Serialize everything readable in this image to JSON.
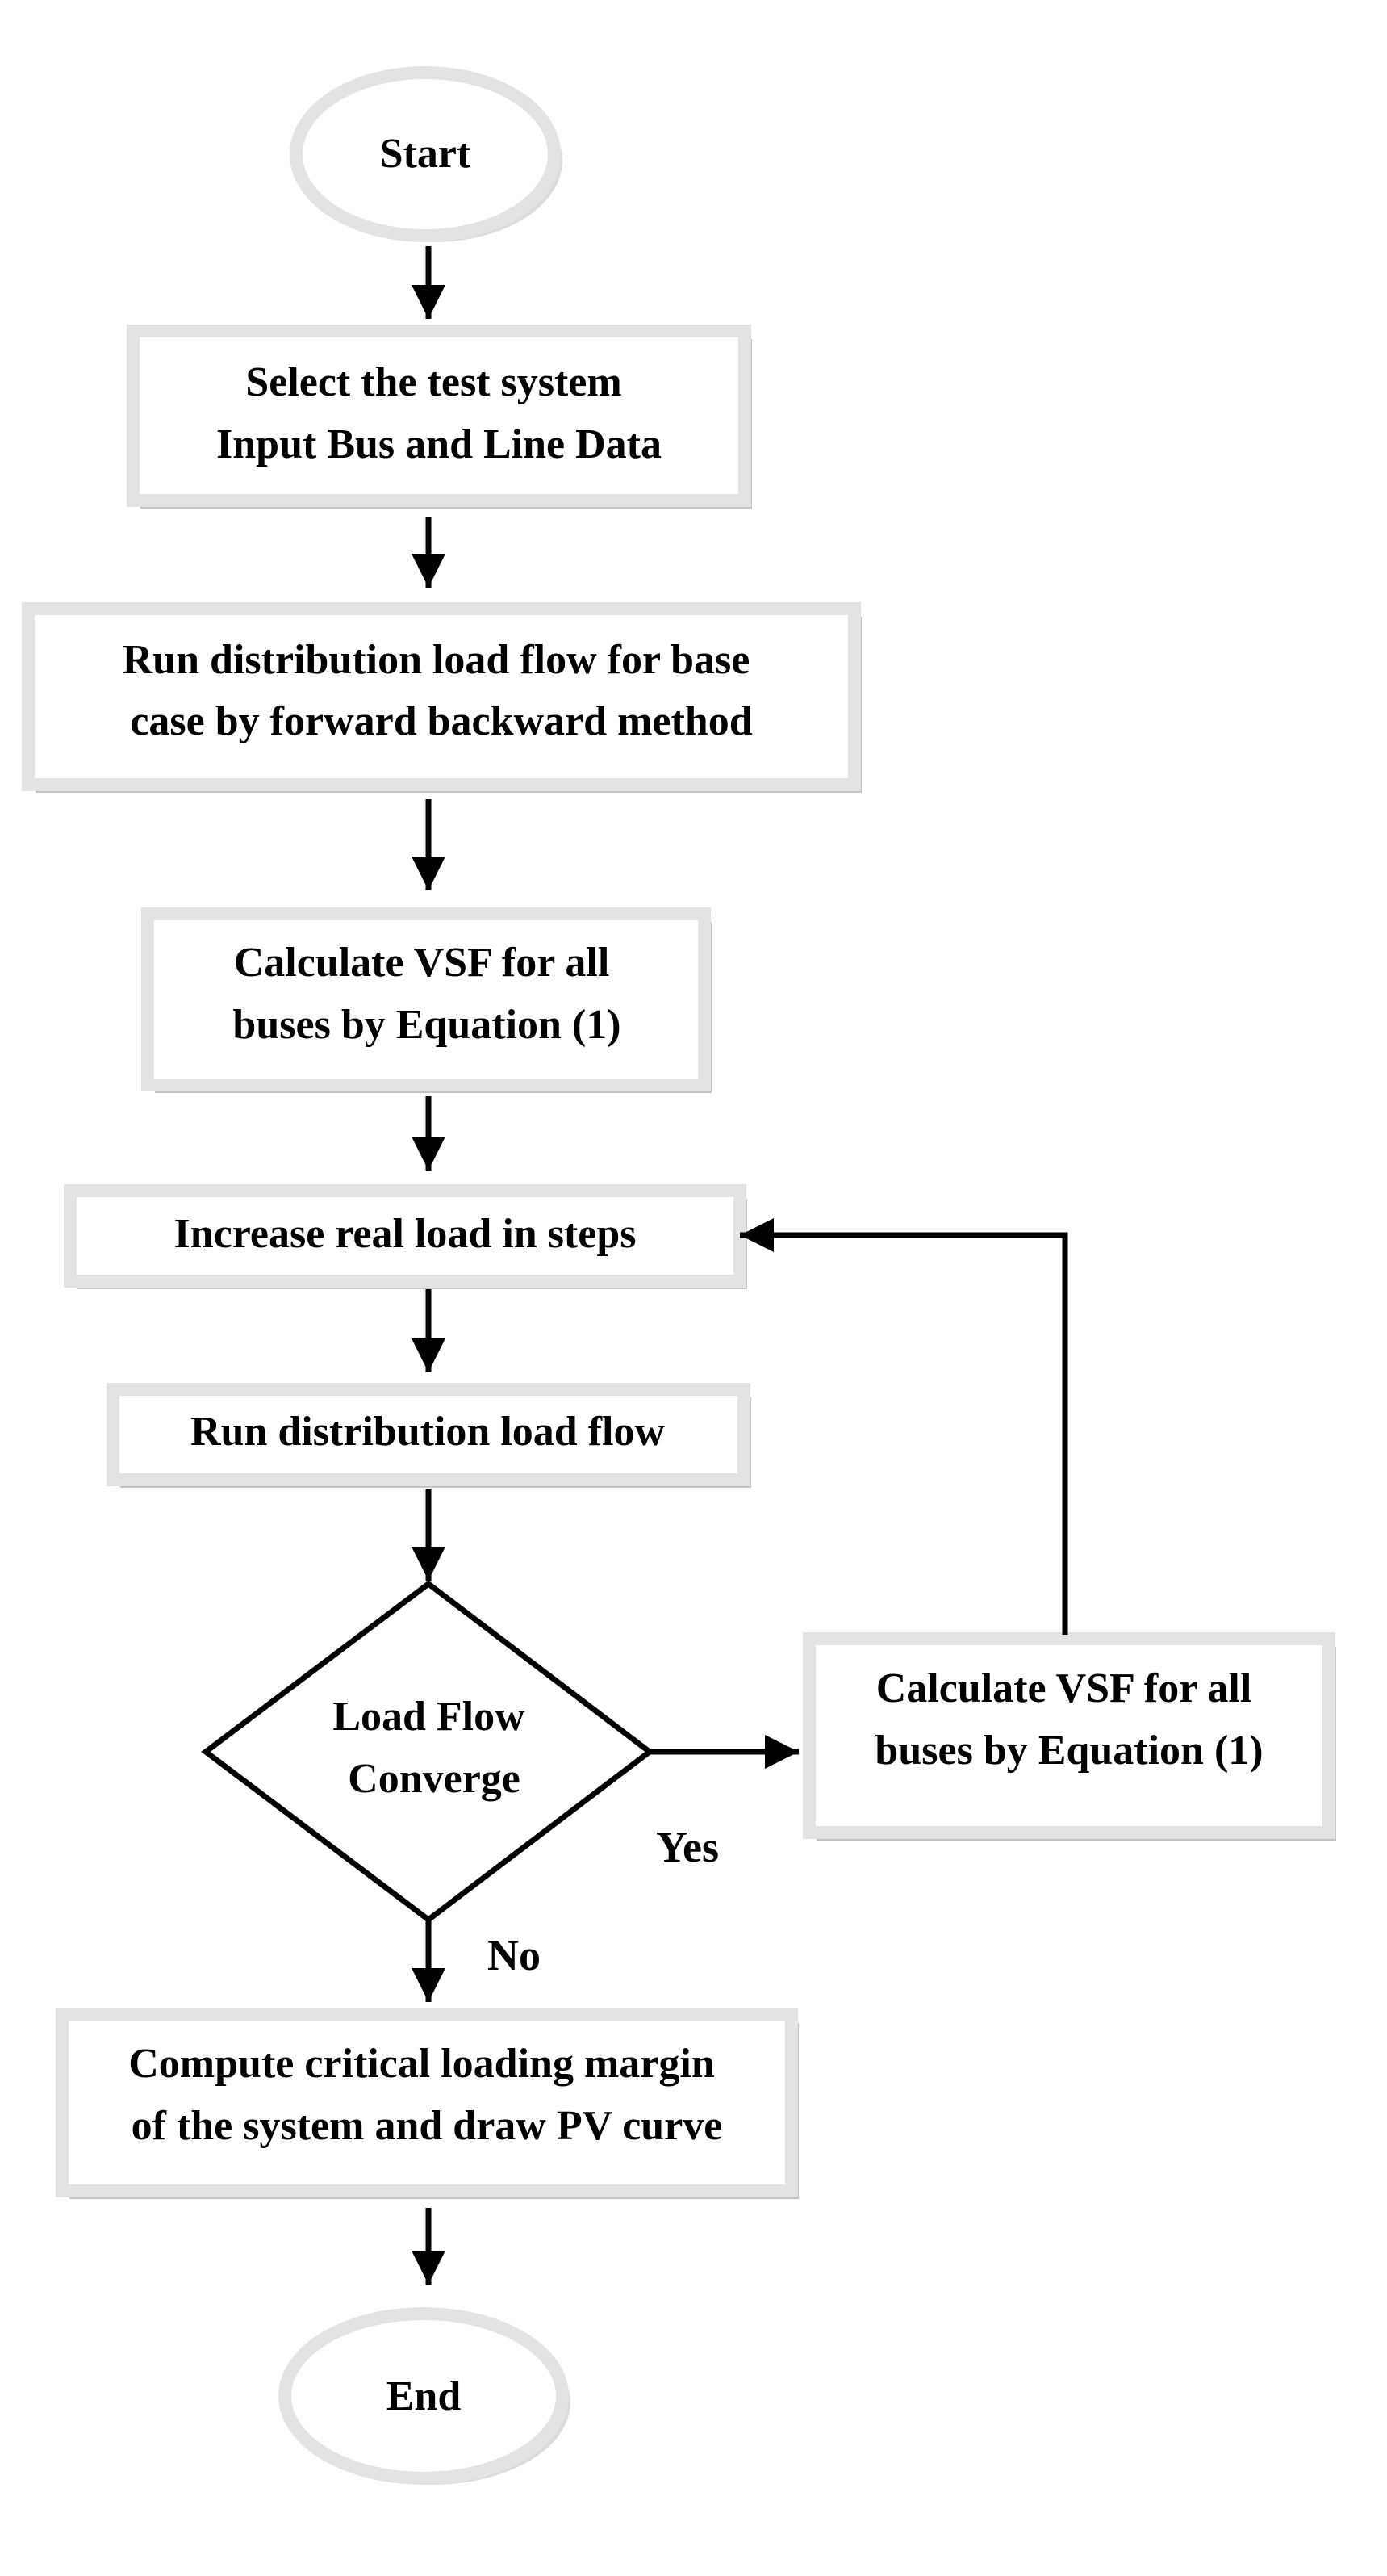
{
  "diagram": {
    "type": "flowchart",
    "colors": {
      "line": "#000000",
      "box_fill": "#ffffff",
      "box_border": "#e3e3e3",
      "shadow": "#c4c4c4"
    },
    "nodes": {
      "start": {
        "lines": [
          "Start"
        ]
      },
      "select": {
        "lines": [
          "Select the test system",
          "Input Bus and Line Data"
        ]
      },
      "run_base": {
        "lines": [
          "Run distribution load flow for base",
          "case by forward backward method"
        ]
      },
      "calc_vsf_1": {
        "lines": [
          "Calculate VSF for all",
          "buses by Equation (1)"
        ]
      },
      "increase_load": {
        "lines": [
          "Increase real load in steps"
        ]
      },
      "run_flow": {
        "lines": [
          "Run distribution load flow"
        ]
      },
      "converge": {
        "lines": [
          "Load Flow",
          "Converge"
        ]
      },
      "calc_vsf_2": {
        "lines": [
          "Calculate VSF for all",
          "buses by Equation (1)"
        ]
      },
      "compute_margin": {
        "lines": [
          "Compute critical loading margin",
          "of the system and draw PV curve"
        ]
      },
      "end": {
        "lines": [
          "End"
        ]
      }
    },
    "edge_labels": {
      "yes": "Yes",
      "no": "No"
    }
  }
}
